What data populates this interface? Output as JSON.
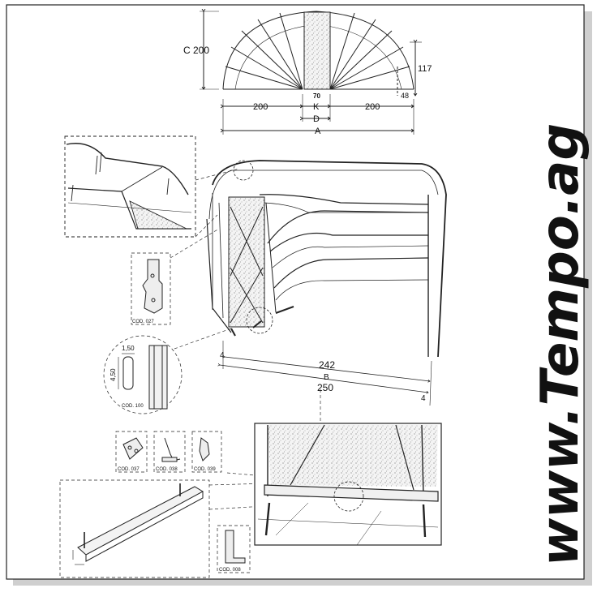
{
  "top_view": {
    "dim_c": "C 200",
    "dim_117": "117",
    "dim_48": "48",
    "dim_70": "70",
    "dim_left_200": "200",
    "dim_k": "K",
    "dim_right_200": "200",
    "dim_d": "D",
    "dim_a": "A"
  },
  "main_view": {
    "dim_4_left": "4",
    "dim_242": "242",
    "dim_b": "B",
    "dim_250": "250",
    "dim_4_right": "4"
  },
  "parts": {
    "cod_027": "COD. 027",
    "cod_100": "COD. 100",
    "dim_150": "1,50",
    "dim_450": "4,50",
    "cod_037": "COD. 037",
    "cod_038": "COD. 038",
    "cod_039": "COD. 039",
    "cod_008": "COD. 008"
  },
  "watermark": {
    "text": "www.Tempo.ag",
    "color": "#1a8fd6"
  }
}
